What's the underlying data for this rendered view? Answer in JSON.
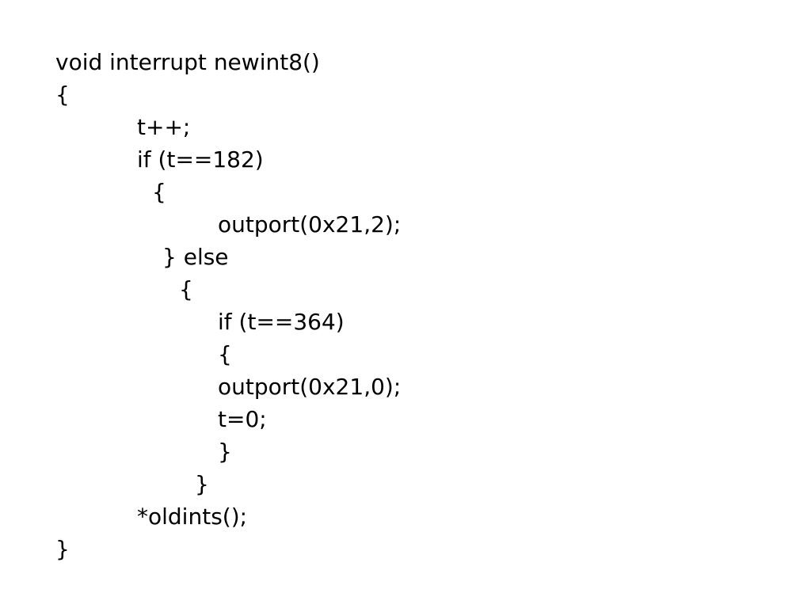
{
  "code": {
    "lines": [
      "void interrupt newint8()",
      "{",
      "t++;",
      "if (t==182)",
      "{",
      "outport(0x21,2);",
      "} else",
      "{",
      "if (t==364)",
      "{",
      "outport(0x21,0);",
      "t=0;",
      "}",
      "}",
      "*oldints();",
      "}"
    ]
  }
}
